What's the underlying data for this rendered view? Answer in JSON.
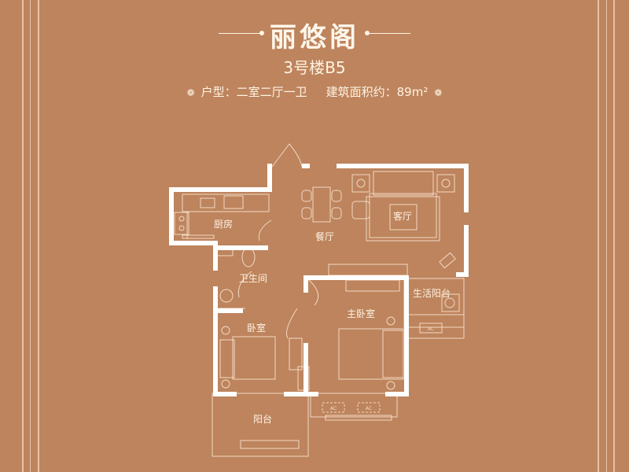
{
  "header": {
    "title": "丽悠阁",
    "building": "3号楼B5",
    "spec_layout_label": "户型：二室二厅一卫",
    "spec_area_label": "建筑面积约：89m²",
    "flower_glyph": "❁"
  },
  "colors": {
    "background": "#bd845d",
    "wall": "#ffffff",
    "line": "#f3d9c2",
    "text": "#fff3e4"
  },
  "rooms": [
    {
      "name": "kitchen",
      "label": "厨房"
    },
    {
      "name": "dining",
      "label": "餐厅"
    },
    {
      "name": "living",
      "label": "客厅"
    },
    {
      "name": "bathroom",
      "label": "卫生间"
    },
    {
      "name": "service-balcony",
      "label": "生活阳台"
    },
    {
      "name": "master-bedroom",
      "label": "主卧室"
    },
    {
      "name": "bedroom",
      "label": "卧室"
    },
    {
      "name": "balcony",
      "label": "阳台"
    }
  ],
  "ac_units": [
    "AC",
    "AC",
    "AC"
  ]
}
